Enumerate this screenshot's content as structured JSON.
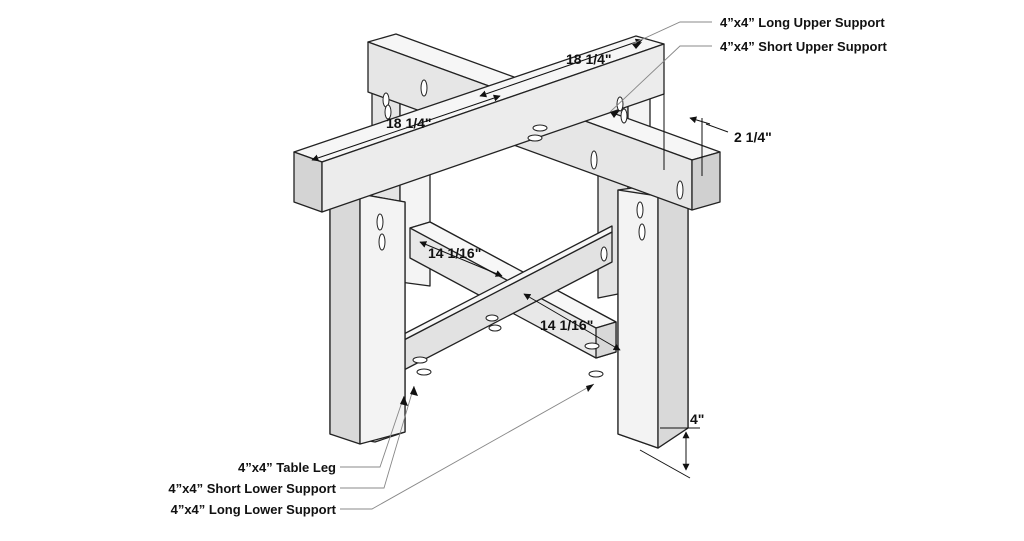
{
  "callouts": {
    "long_upper_support": "4”x4” Long Upper Support",
    "short_upper_support": "4”x4” Short Upper Support",
    "table_leg": "4”x4” Table Leg",
    "short_lower_support": "4”x4” Short Lower Support",
    "long_lower_support": "4”x4” Long Lower Support"
  },
  "dimensions": {
    "upper_back": "18 1/4\"",
    "upper_front": "18 1/4\"",
    "end_offset": "2 1/4\"",
    "lower_left": "14 1/16\"",
    "lower_right": "14 1/16\"",
    "post_width": "4\""
  },
  "colors": {
    "face_light": "#f2f2f2",
    "face_mid": "#dcdcdc",
    "face_dark": "#cfcfcf",
    "line": "#222222"
  }
}
